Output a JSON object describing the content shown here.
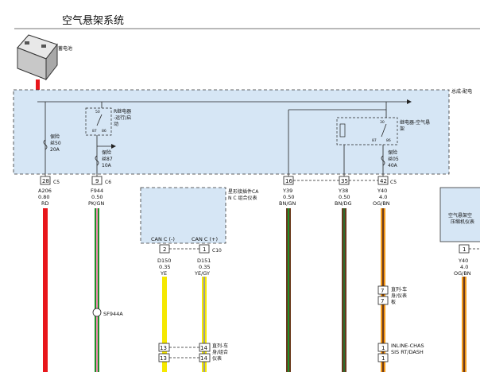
{
  "header": {
    "title": "空气悬架系统"
  },
  "battery": {
    "label": "蓄电池"
  },
  "fuse_box": {
    "label": "总成-配电",
    "relay_r": [
      "R继电器",
      "-运行/启",
      "动"
    ],
    "relay_r_pins": {
      "top": "50",
      "left": "87",
      "right": "86"
    },
    "relay_air": [
      "继电器-空气悬",
      "架"
    ],
    "relay_air_pins": {
      "top": "30",
      "left": "87",
      "right": "86"
    },
    "fuse_50": [
      "保险",
      "丝50",
      "20A"
    ],
    "fuse_87": [
      "保险",
      "丝87",
      "10A"
    ],
    "fuse_05": [
      "保险",
      "丝05",
      "40A"
    ]
  },
  "connectors": {
    "p28": "28",
    "p9": "9",
    "p16": "16",
    "p35": "35",
    "p42": "42",
    "c5a": "C5",
    "c6": "C6",
    "c5b": "C5",
    "p2": "2",
    "p1": "1",
    "c10": "C10",
    "p1r": "1",
    "p7a": "7",
    "p7b": "7",
    "p1a": "1",
    "p1b": "1",
    "p13a": "13",
    "p13b": "13",
    "p14a": "14",
    "p14b": "14"
  },
  "wires": {
    "a206": [
      "A206",
      "0.80",
      "RD"
    ],
    "f944": [
      "F944",
      "0.50",
      "PK/GN"
    ],
    "y39": [
      "Y39",
      "0.50",
      "BN/GN"
    ],
    "y38": [
      "Y38",
      "0.50",
      "BN/DG"
    ],
    "y40": [
      "Y40",
      "4.0",
      "OG/BN"
    ],
    "d150": [
      "D150",
      "0.35",
      "YE"
    ],
    "d151": [
      "D151",
      "0.35",
      "YE/GY"
    ],
    "y40r": [
      "Y40",
      "4.0",
      "OG/BN"
    ]
  },
  "cluster": {
    "label": [
      "星形接插件CA",
      "N C 组合仪表"
    ],
    "can_l": "CAN C (-)",
    "can_h": "CAN C (+)"
  },
  "compressor": {
    "label": [
      "空气悬架空",
      "压缩机仪表"
    ]
  },
  "splice": {
    "label": "SF944A"
  },
  "inline_labels": {
    "dash_a": [
      "直列-车",
      "身/仪表",
      "板"
    ],
    "inline_chassis": [
      "INLINE-CHAS",
      "SIS RT/DASH"
    ],
    "dash_b": [
      "直列-车",
      "身/组合",
      "仪表"
    ]
  },
  "colors": {
    "box_fill": "#d6e6f5",
    "red": "#e8161b",
    "green": "#1f8f2a",
    "pink": "#f08ab0",
    "brown": "#6b3a1d",
    "orange": "#f29a1a",
    "yellow": "#f5e800",
    "gray": "#9a9a9a"
  }
}
